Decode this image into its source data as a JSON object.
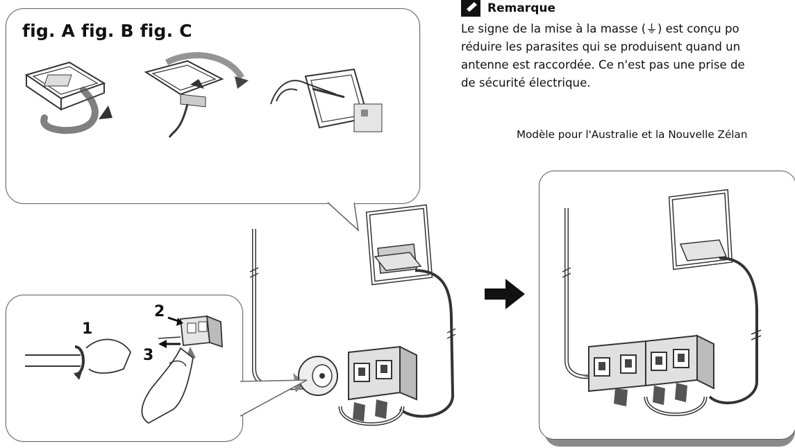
{
  "figures": {
    "labels": "fig. A fig. B fig. C"
  },
  "note": {
    "title": "Remarque",
    "icon": "pencil-icon",
    "lines": [
      "Le signe de la mise à la masse (⏚) est conçu po",
      "réduire les parasites qui se produisent quand un",
      "antenne est raccordée. Ce n'est pas une prise de",
      "de sécurité électrique."
    ]
  },
  "model_caption": "Modèle pour l'Australie et la Nouvelle Zélan",
  "steps": {
    "one": "1",
    "two": "2",
    "three": "3"
  }
}
